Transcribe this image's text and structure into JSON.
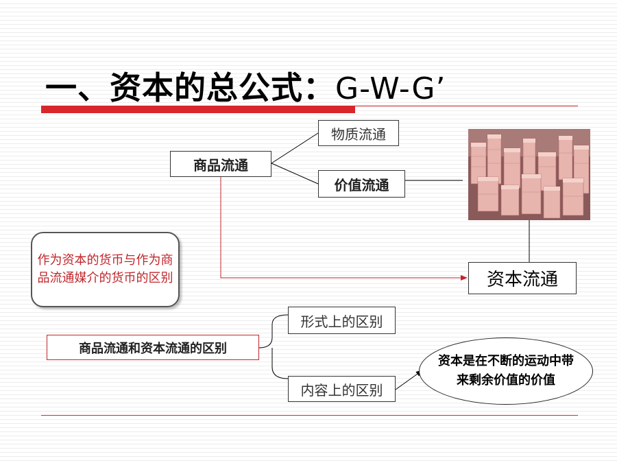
{
  "slide": {
    "title_prefix": "一、资本的总公式：",
    "title_formula": "G-W-G’"
  },
  "boxes": {
    "commodity_circulation": "商品流通",
    "material_circulation": "物质流通",
    "value_circulation": "价值流通",
    "capital_circulation": "资本流通",
    "difference": "商品流通和资本流通的区别",
    "form_difference": "形式上的区别",
    "content_difference": "内容上的区别"
  },
  "note": {
    "text": "作为资本的货币与作为商品流通媒介的货币的区别"
  },
  "ellipse": {
    "text": "资本是在不断的运动中带来剩余价值的价值"
  },
  "photo": {
    "subject": "stacks of banknotes"
  },
  "colors": {
    "accent_red": "#d8262b",
    "note_text": "#c0262b"
  }
}
